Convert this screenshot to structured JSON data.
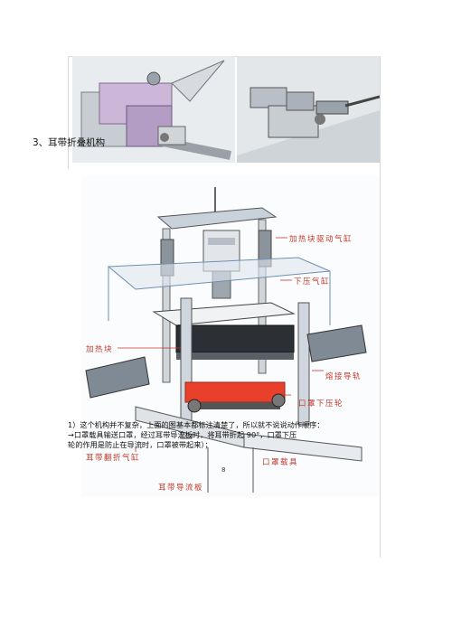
{
  "section": {
    "heading": "3、耳带折叠机构"
  },
  "labels": {
    "heater_cyl": "加热块驱动气缸",
    "press_cyl": "下压气缸",
    "heater": "加热块",
    "weld_guide": "熔接导轨",
    "mask_press_wheel": "口罩下压轮",
    "carrier": "口罩载具",
    "fold_cyl": "耳带翻折气缸",
    "guide_plate": "耳带导流板"
  },
  "paragraph": {
    "line1": "1）这个机构并不复杂，上面的图基本都标注清楚了，所以就不说说动作顺序：",
    "line2": "→口罩载具输送口罩，经过耳带导流板时，将耳带折起    90°，口罩下压",
    "line3": "轮的作用是防止在导流时，口罩被带起来）；"
  },
  "page": {
    "number": "8"
  },
  "colors": {
    "label_red": "#c0392b",
    "heater_red": "#e8402a",
    "frame_blue": "#6e8fb5"
  }
}
